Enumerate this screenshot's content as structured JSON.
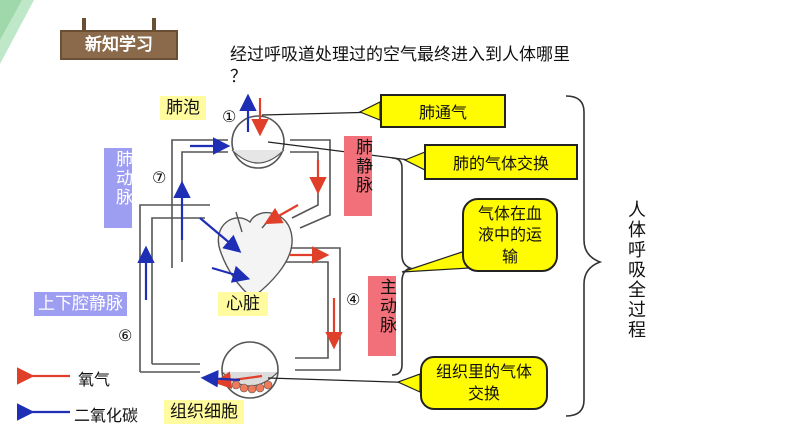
{
  "header": {
    "section_badge": "新知学习",
    "question_line1": "经过呼吸道处理过的空气最终进入到人体哪里",
    "question_line2": "？"
  },
  "labels": {
    "alveolus": "肺泡",
    "pulmonary_artery": "肺动脉",
    "pulmonary_vein": "肺静脉",
    "vena_cava": "上下腔静脉",
    "heart": "心脏",
    "aorta": "主动脉",
    "tissue_cells": "组织细胞"
  },
  "numbers": {
    "n1": "①",
    "n7": "⑦",
    "n4": "④",
    "n6": "⑥"
  },
  "callouts": {
    "ventilation": "肺通气",
    "lung_exchange": "肺的气体交换",
    "blood_transport": "气体在血液中的运输",
    "tissue_exchange": "组织里的气体交换"
  },
  "summary": "人体呼吸全过程",
  "legend": {
    "oxygen": "氧气",
    "co2": "二氧化碳"
  },
  "colors": {
    "oxygen_arrow": "#e0402a",
    "co2_arrow": "#1f2fb5",
    "callout_fill": "#fffb00",
    "alveolus_label_bg": "#fffb9e",
    "artery_label_bg": "#9d9df2",
    "vein_label_bg": "#f2707a",
    "badge_bg": "#8a6a4a"
  }
}
